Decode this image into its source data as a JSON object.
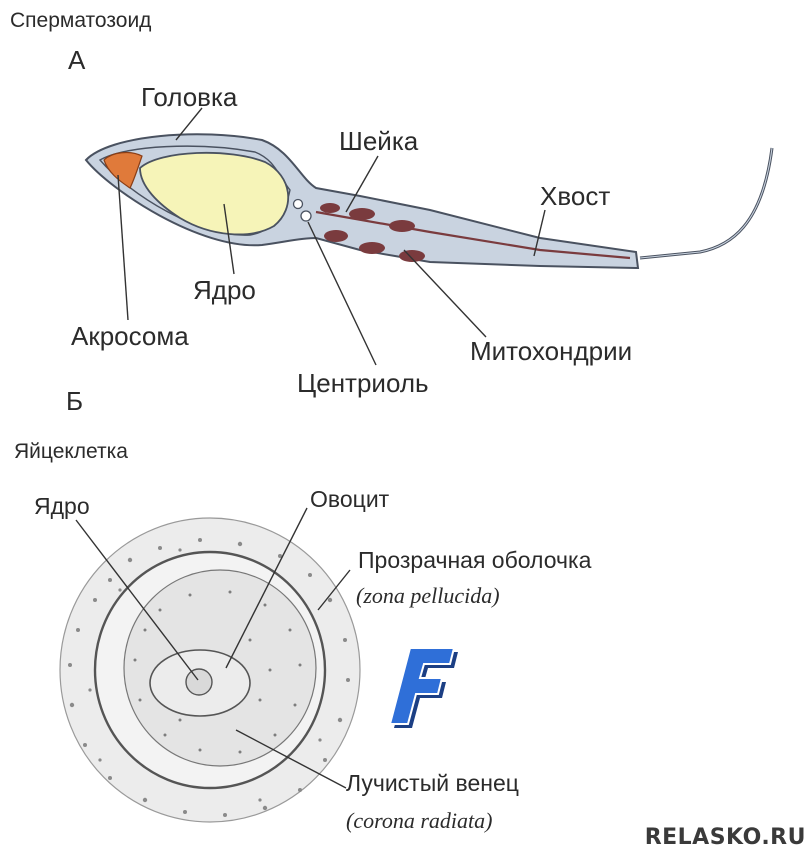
{
  "sperm": {
    "title": "Сперматозоид",
    "letter": "А",
    "labels": {
      "head": "Головка",
      "neck": "Шейка",
      "tail": "Хвост",
      "nucleus": "Ядро",
      "acrosome": "Акросома",
      "mitochondria": "Митохондрии",
      "centriole": "Центриоль"
    }
  },
  "egg": {
    "letter": "Б",
    "title": "Яйцеклетка",
    "labels": {
      "nucleus": "Ядро",
      "oocyte": "Овоцит",
      "zona": "Прозрачная оболочка",
      "zona_latin": "(zona pellucida)",
      "corona": "Лучистый венец",
      "corona_latin": "(corona radiata)"
    }
  },
  "logo_letter": "F",
  "watermark": "RELASKO.RU",
  "colors": {
    "cell_fill": "#c9d3e0",
    "cell_stroke": "#4a5260",
    "nucleus_fill": "#f6f4b8",
    "acrosome_fill": "#e07a3a",
    "mito_fill": "#7a3b3e",
    "logo_blue": "#2f6fd8"
  }
}
